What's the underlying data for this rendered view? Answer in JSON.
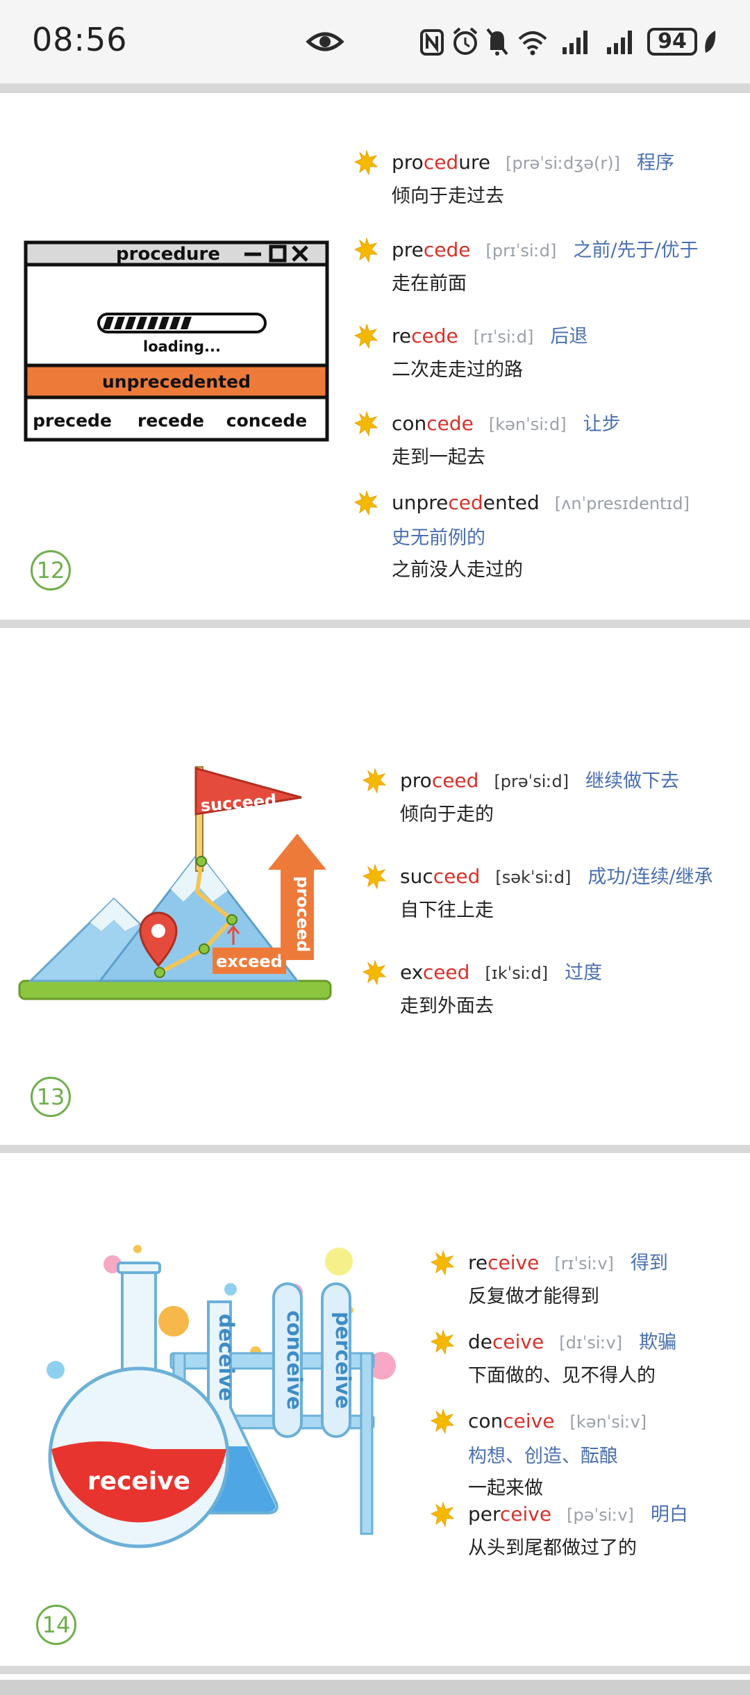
{
  "status": {
    "time": "08:56",
    "battery": "94",
    "icons": [
      "eye-icon",
      "nfc-icon",
      "alarm-icon",
      "mute-icon",
      "wifi-icon",
      "signal-icon",
      "signal-icon",
      "leaf-icon"
    ]
  },
  "colors": {
    "highlight": "#d8312a",
    "meaning": "#4a6fb0",
    "ipa": "#9aa0a8",
    "number": "#6fae4a",
    "star": "#f5b800",
    "orange": "#ee7a3a"
  },
  "section12": {
    "number": "12",
    "illus": {
      "window_title": "procedure",
      "loading": "loading...",
      "banner": "unprecedented",
      "words": [
        "precede",
        "recede",
        "concede"
      ],
      "progress_fraction": 0.6
    },
    "entries": [
      {
        "pre": "pro",
        "hl": "ced",
        "post": "ure",
        "ipa": "[prəˈsiːdʒə(r)]",
        "meaning": "程序",
        "expl": "倾向于走过去"
      },
      {
        "pre": "pre",
        "hl": "cede",
        "post": "",
        "ipa": "[prɪˈsiːd]",
        "meaning": "之前/先于/优于",
        "expl": "走在前面"
      },
      {
        "pre": "re",
        "hl": "cede",
        "post": "",
        "ipa": "[rɪˈsiːd]",
        "meaning": "后退",
        "expl": "二次走走过的路"
      },
      {
        "pre": "con",
        "hl": "cede",
        "post": "",
        "ipa": "[kənˈsiːd]",
        "meaning": "让步",
        "expl": "走到一起去"
      },
      {
        "pre": "unpre",
        "hl": "ced",
        "post": "ented",
        "ipa": "[ʌnˈpresɪdentɪd]",
        "meaning": "史无前例的",
        "expl": "之前没人走过的"
      }
    ]
  },
  "section13": {
    "number": "13",
    "illus": {
      "flag": "succeed",
      "arrow": "proceed",
      "tag": "exceed"
    },
    "entries": [
      {
        "pre": "pro",
        "hl": "ceed",
        "post": "",
        "ipa": "[prəˈsiːd]",
        "meaning": "继续做下去",
        "expl": "倾向于走的"
      },
      {
        "pre": "suc",
        "hl": "ceed",
        "post": "",
        "ipa": "[səkˈsiːd]",
        "meaning": "成功/连续/继承",
        "expl": "自下往上走"
      },
      {
        "pre": "ex",
        "hl": "ceed",
        "post": "",
        "ipa": "[ɪkˈsiːd]",
        "meaning": "过度",
        "expl": "走到外面去"
      }
    ]
  },
  "section14": {
    "number": "14",
    "illus": {
      "flask": "receive",
      "tube1": "deceive",
      "tube2": "conceive",
      "tube3": "perceive"
    },
    "entries": [
      {
        "pre": "re",
        "hl": "ceive",
        "post": "",
        "ipa": "[rɪˈsiːv]",
        "meaning": "得到",
        "expl": "反复做才能得到"
      },
      {
        "pre": "de",
        "hl": "ceive",
        "post": "",
        "ipa": "[dɪˈsiːv]",
        "meaning": "欺骗",
        "expl": "下面做的、见不得人的"
      },
      {
        "pre": "con",
        "hl": "ceive",
        "post": "",
        "ipa": "[kənˈsiːv]",
        "meaning": "构想、创造、酝酿",
        "expl": "一起来做"
      },
      {
        "pre": "per",
        "hl": "ceive",
        "post": "",
        "ipa": "[pəˈsiːv]",
        "meaning": "明白",
        "expl": "从头到尾都做过了的"
      }
    ]
  }
}
